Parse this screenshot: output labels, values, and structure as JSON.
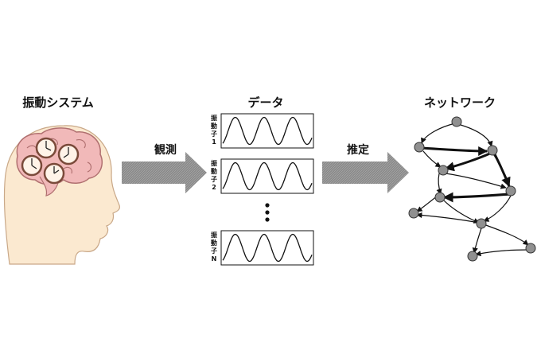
{
  "titles": {
    "system": "振動システム",
    "data": "データ",
    "network": "ネットワーク"
  },
  "arrows": {
    "observe": "観測",
    "estimate": "推定"
  },
  "oscillators": [
    {
      "chars": [
        "振",
        "動",
        "子",
        "1"
      ]
    },
    {
      "chars": [
        "振",
        "動",
        "子",
        "2"
      ]
    },
    {
      "chars": [
        "振",
        "動",
        "子",
        "N"
      ]
    }
  ],
  "colors": {
    "head_fill": "#fbe9d0",
    "brain_fill": "#f1b9b9",
    "brain_stroke": "#b07070",
    "arrow_fill": "#8a8a8a",
    "node_fill": "#909090"
  }
}
